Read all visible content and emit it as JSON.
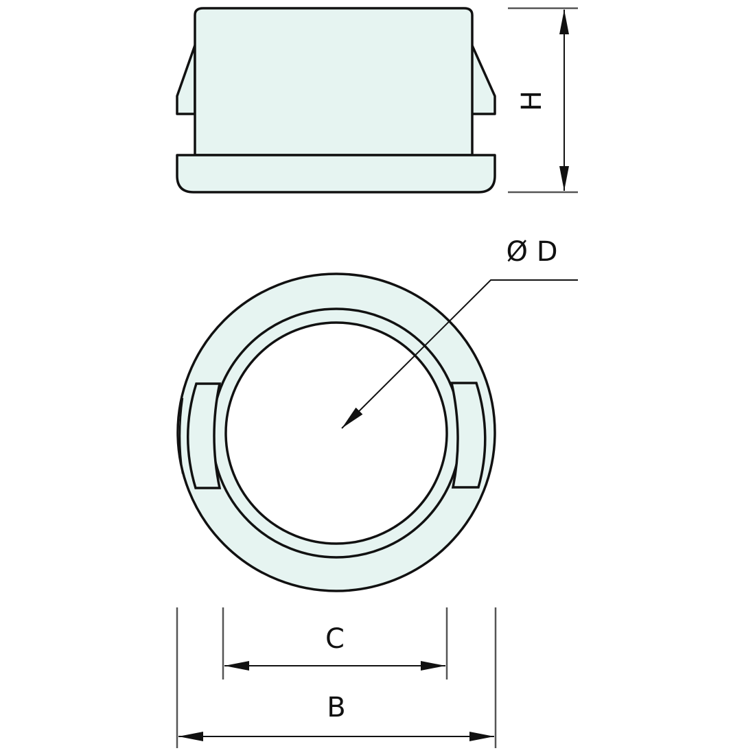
{
  "colors": {
    "fill": "#e6f4f1",
    "stroke": "#111111",
    "dimension": "#333333"
  },
  "labels": {
    "height": "H",
    "diameter": "Ø D",
    "inner_width": "C",
    "outer_width": "B"
  }
}
